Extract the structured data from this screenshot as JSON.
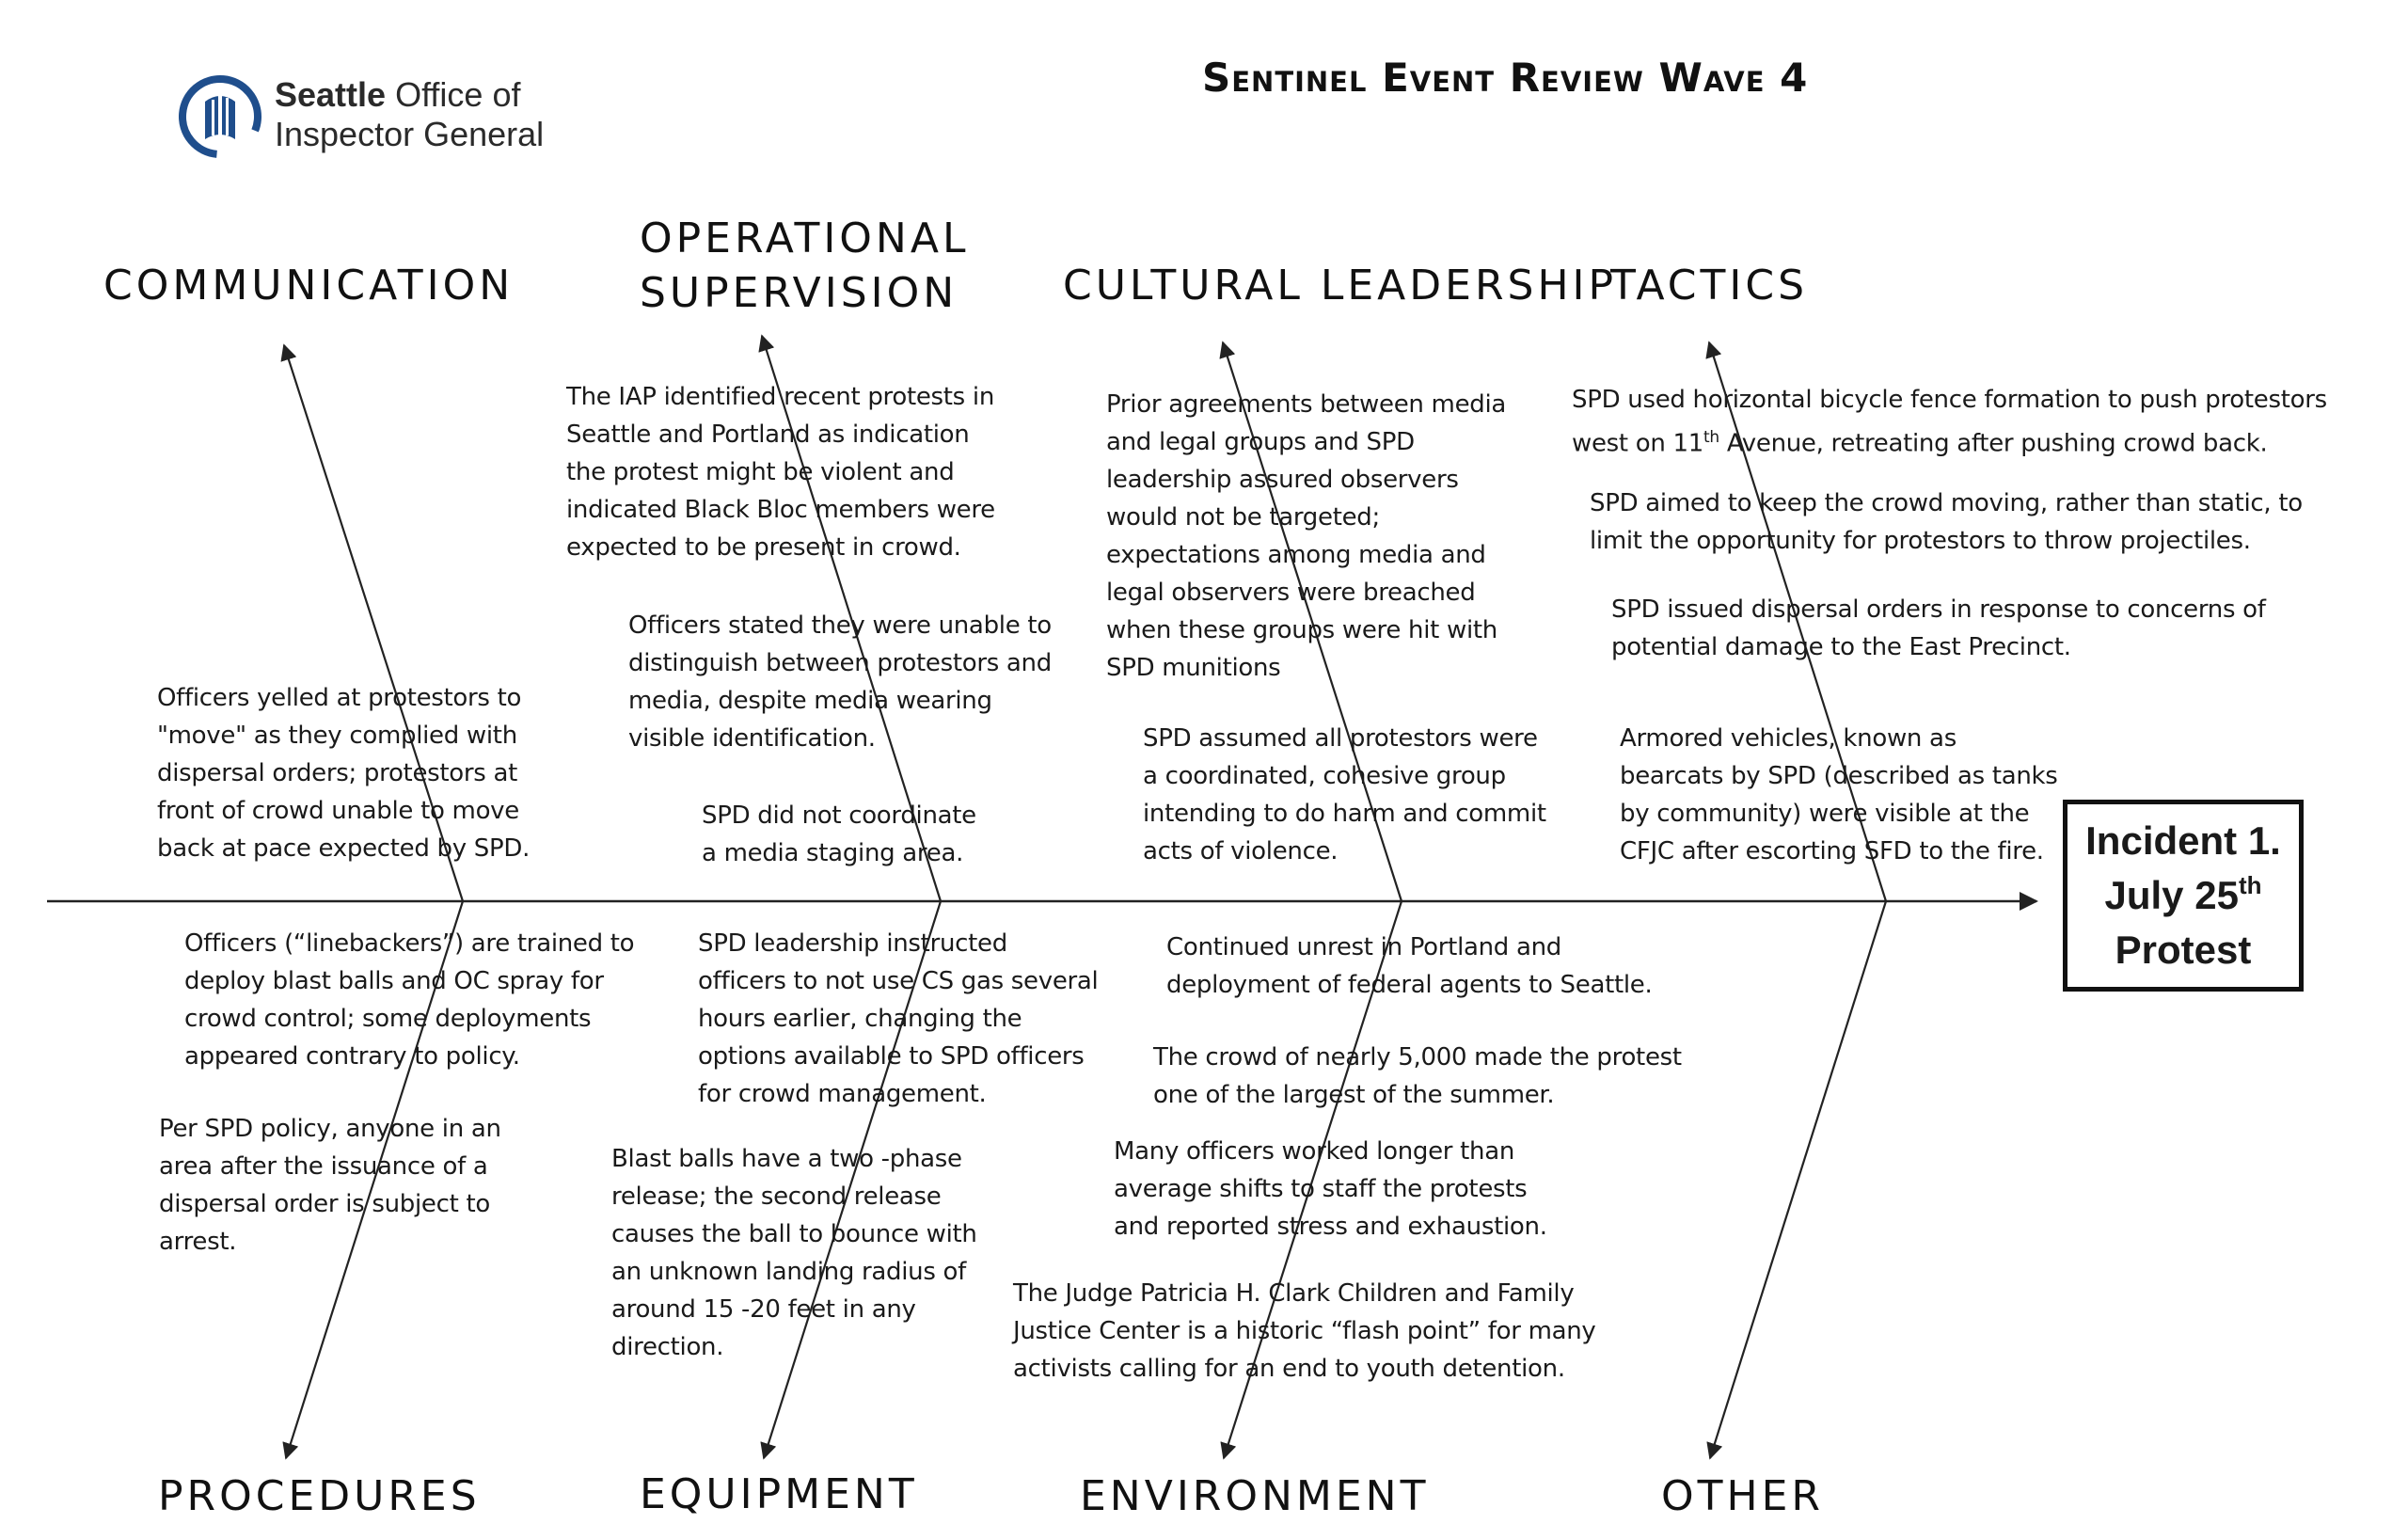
{
  "header": {
    "logo": {
      "org_bold": "Seattle",
      "org_rest": " Office of",
      "org_line2": "Inspector General"
    },
    "title": "Sentinel Event Review Wave 4"
  },
  "effect": {
    "line1": "Incident 1.",
    "line2_main": "July 25",
    "line2_sup": "th",
    "line3": "Protest"
  },
  "categories": {
    "communication": "COMMUNICATION",
    "operational_supervision_1": "OPERATIONAL",
    "operational_supervision_2": "SUPERVISION",
    "cultural_leadership": "CULTURAL LEADERSHIP",
    "tactics": "TACTICS",
    "procedures": "PROCEDURES",
    "equipment": "EQUIPMENT",
    "environment": "ENVIRONMENT",
    "other": "OTHER"
  },
  "notes": {
    "communication_1": [
      "Officers yelled at protestors to",
      "\"move\" as they complied with",
      "dispersal orders; protestors at",
      "front of crowd unable to move",
      "back at pace expected by SPD."
    ],
    "opsup_1": [
      "The IAP identified recent protests in",
      "Seattle and Portland as indication",
      "the protest might be violent and",
      "indicated Black Bloc members were",
      "expected to be present  in crowd."
    ],
    "opsup_2": [
      "Officers stated they were unable to",
      "distinguish between protestors and",
      "media, despite media wearing",
      "visible identification."
    ],
    "opsup_3": [
      "SPD did not coordinate",
      "a media staging area."
    ],
    "cultural_1": [
      "Prior agreements between media",
      "and legal groups and SPD",
      "leadership assured observers",
      "would not be targeted;",
      "expectations among media and",
      "legal observers were breached",
      "when these groups were hit with",
      "SPD munitions"
    ],
    "cultural_2": [
      "SPD assumed all protestors were",
      "a coordinated, cohesive  group",
      "intending to do harm and commit",
      "acts of violence."
    ],
    "tactics_1_l1a": "SPD used horizontal bicycle fence formation to push protestors",
    "tactics_1_l2a": "west on 11",
    "tactics_1_sup": "th",
    "tactics_1_l2b": " Avenue, retreating after pushing crowd back.",
    "tactics_2": [
      "SPD aimed to keep the crowd moving, rather than static, to",
      "limit the opportunity for protestors to throw projectiles."
    ],
    "tactics_3": [
      "SPD issued dispersal orders in response to concerns of",
      "potential damage to the East Precinct."
    ],
    "tactics_4": [
      "Armored vehicles, known as",
      "bearcats by SPD (described as tanks",
      "by community) were visible at the",
      "CFJC after escorting SFD to the fire."
    ],
    "procedures_1": [
      "Officers (“linebackers”) are trained to",
      "deploy blast balls and OC spray for",
      "crowd control; some deployments",
      "appeared contrary to policy."
    ],
    "procedures_2": [
      "Per SPD policy, anyone in an",
      "area after the issuance of a",
      "dispersal order  is subject  to",
      "arrest."
    ],
    "equipment_1": [
      "SPD leadership instructed",
      "officers to not use CS gas several",
      "hours  earlier, changing the",
      "options available to SPD officers",
      "for crowd management."
    ],
    "equipment_2": [
      "Blast balls have a two -phase",
      "release; the second release",
      "causes the ball to bounce with",
      "an unknown landing radius of",
      "around 15 -20 feet in any",
      "direction."
    ],
    "environment_1": [
      "Continued unrest in Portland and",
      "deployment of federal agents to Seattle."
    ],
    "environment_2": [
      "The crowd of nearly 5,000 made the protest",
      "one of the  largest of the summer."
    ],
    "environment_3": [
      "Many officers worked longer than",
      "average shifts to staff the  protests",
      "and reported stress and exhaustion."
    ],
    "environment_4": [
      "The Judge Patricia H. Clark Children and Family",
      "Justice Center is a historic “flash point” for many",
      "activists calling for an end to youth detention."
    ]
  }
}
